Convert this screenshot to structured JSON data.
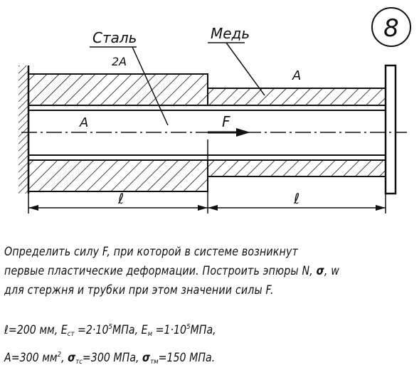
{
  "problem_number": "8",
  "labels": {
    "steel": "Сталь",
    "copper": "Медь",
    "steel_area": "2A",
    "copper_area": "A",
    "rod_area": "A",
    "force": "F",
    "length_left": "ℓ",
    "length_right": "ℓ"
  },
  "task": {
    "line1": "Определить силу F, при которой в системе возникнут",
    "line2_part1": "первые пластические деформации. Построить эпюры N, ",
    "line2_sigma": "σ",
    "line2_part2": ", w",
    "line3": "для стержня и трубки при этом значении силы F."
  },
  "params": {
    "l_value": "ℓ=200 мм, ",
    "e_st_label": "E",
    "e_st_sub": "ст",
    "e_st_value": " =2·10",
    "e_st_exp": "5",
    "e_st_unit": "МПа, ",
    "e_m_label": "E",
    "e_m_sub": "м",
    "e_m_value": " =1·10",
    "e_m_exp": "5",
    "e_m_unit": "МПа,",
    "a_value": "A=300 мм",
    "a_exp": "2",
    "a_sep": ", ",
    "sigma_tc": "σ",
    "sigma_tc_sub": "тс",
    "sigma_tc_value": "=300 МПа, ",
    "sigma_tm": "σ",
    "sigma_tm_sub": "тм",
    "sigma_tm_value": "=150 МПа."
  }
}
